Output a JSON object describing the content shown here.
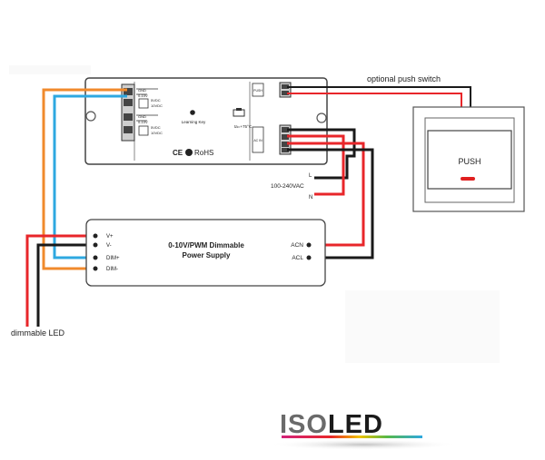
{
  "controller": {
    "outputs": [
      {
        "gnd": "GND",
        "out": "0-10V",
        "v1": "5VDC",
        "v2": "10VDC"
      },
      {
        "gnd": "GND",
        "out": "0-10V",
        "v1": "5VDC",
        "v2": "10VDC"
      }
    ],
    "learning_key": "Learning Key",
    "ce_mark": "CE",
    "rohs": "RoHS",
    "ta": "ta=+75°C",
    "push_terminal": "PUSH",
    "power_terminal": "AC IN"
  },
  "labels": {
    "optional_push_switch": "optional push switch",
    "ac_input": "100-240VAC",
    "l": "L",
    "n": "N",
    "dimmable_led": "dimmable LED"
  },
  "push_switch": {
    "label": "PUSH"
  },
  "power_supply": {
    "title_line1": "0-10V/PWM Dimmable",
    "title_line2": "Power Supply",
    "pins_left": [
      "V+",
      "V-",
      "DIM+",
      "DIM-"
    ],
    "pins_right": [
      "ACN",
      "ACL"
    ]
  },
  "logo": {
    "text": "ISOLED"
  },
  "colors": {
    "wire_red": "#e8262a",
    "wire_orange": "#f08a2c",
    "wire_blue": "#2ea8e0",
    "wire_black": "#1a1a1a",
    "indicator_red": "#e02020"
  }
}
